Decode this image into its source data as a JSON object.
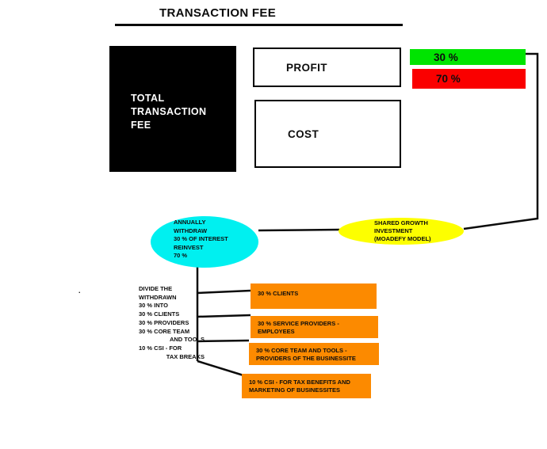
{
  "title": "TRANSACTION FEE",
  "colors": {
    "fee_box_bg": "#000000",
    "profit_share_green": "#00e401",
    "cost_share_red": "#fa0000",
    "annual_ellipse_cyan": "#00f0f0",
    "shared_ellipse_yellow": "#fdff00",
    "allocation_orange": "#fc8a00"
  },
  "fee_box": {
    "label": "TOTAL TRANSACTION FEE"
  },
  "profit_box": {
    "label": "PROFIT"
  },
  "cost_box": {
    "label": "COST"
  },
  "profit_share_bar": {
    "label": "30 %"
  },
  "cost_share_bar": {
    "label": "70 %"
  },
  "annual_withdraw_ellipse": {
    "lines": [
      "ANNUALLY",
      "WITHDRAW",
      "30 % OF INTEREST",
      "REINVEST",
      "70 %"
    ]
  },
  "shared_growth_ellipse": {
    "lines": [
      "SHARED GROWTH",
      "INVESTMENT",
      "(MOADEFY MODEL)"
    ]
  },
  "divide_note": {
    "lines": [
      "DIVIDE THE",
      "WITHDRAWN",
      "30 % INTO",
      "30 % CLIENTS",
      "30 % PROVIDERS",
      "30 % CORE TEAM",
      "AND TOOLS",
      "10 % CSI - FOR",
      "TAX BREAKS"
    ]
  },
  "allocation_boxes": [
    {
      "lines": [
        "30 % CLIENTS",
        ""
      ]
    },
    {
      "lines": [
        "30 % SERVICE PROVIDERS -",
        "EMPLOYEES"
      ]
    },
    {
      "lines": [
        "30 % CORE TEAM AND TOOLS -",
        "PROVIDERS OF THE BUSINESSITE"
      ]
    },
    {
      "lines": [
        "10 % CSI - FOR TAX BENEFITS AND",
        "MARKETING OF BUSINESSITES"
      ]
    }
  ],
  "stray_dot": "."
}
